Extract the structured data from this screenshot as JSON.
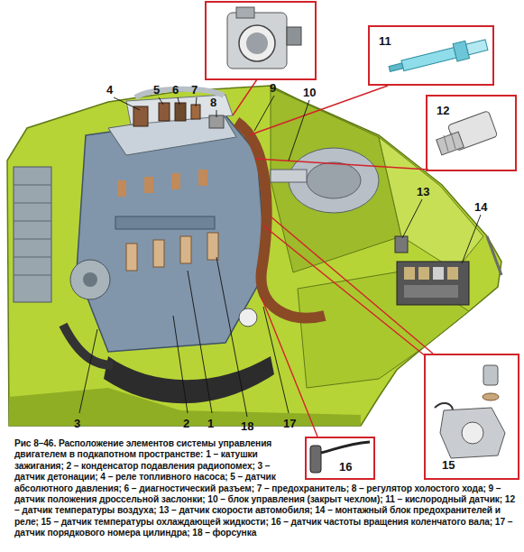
{
  "diagram": {
    "caption": "Рис 8–46. Расположение элементов системы управления двигателем в подкапотном пространстве:",
    "nodes": [
      {
        "text": [
          "11"
        ]
      },
      {
        "text": [
          "12"
        ]
      },
      {
        "text": [
          "15"
        ]
      },
      {
        "text": [
          "16"
        ]
      }
    ],
    "labels": [
      "4",
      "5",
      "6",
      "7",
      "8",
      "9",
      "10",
      "13",
      "14",
      "3",
      "2",
      "1",
      "18",
      "17",
      "1 – катушки зажигания; 2 – конденсатор подавления радиопомех; 3 – датчик детонации; 4 – реле топливного насоса; 5 – датчик абсолютного давления; 6 – диагностический разъем; 7 – предохранитель; 8 – регулятор холостого хода; 9 – датчик положения дроссельной заслонки; 10 – блок управления (закрыт чехлом); 11 – кислородный датчик; 12 – датчик температуры воздуха; 13 – датчик скорости автомобиля; 14 – монтажный блок предохранителей и реле; 15 – датчик температуры охлаждающей жидкости; 16 – датчик частоты вращения коленчатого вала; 17 – датчик порядкового номера цилиндра; 18 – форсунка"
    ]
  }
}
